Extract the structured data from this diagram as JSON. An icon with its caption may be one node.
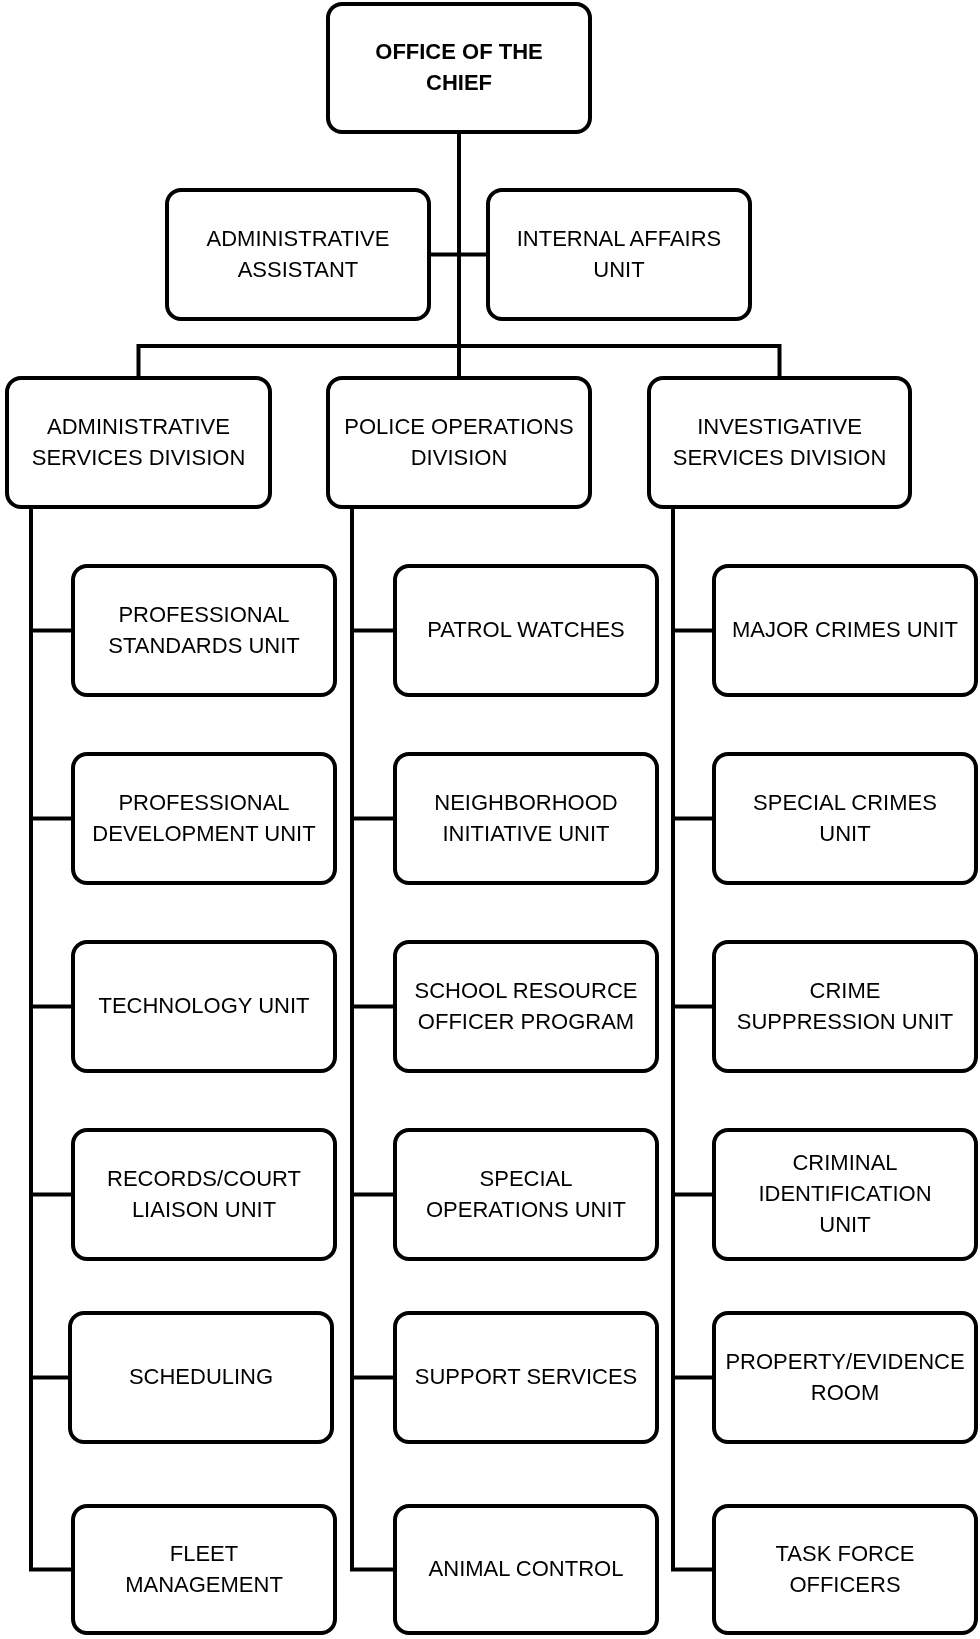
{
  "diagram": {
    "nodes": [
      {
        "text": [
          "OFFICE OF THE CHIEF"
        ]
      },
      {
        "text": [
          "ADMINISTRATIVE ASSISTANT"
        ]
      },
      {
        "text": [
          "INTERNAL AFFAIRS UNIT"
        ]
      },
      {
        "text": [
          "ADMINISTRATIVE SERVICES DIVISION"
        ]
      },
      {
        "text": [
          "POLICE OPERATIONS DIVISION"
        ]
      },
      {
        "text": [
          "INVESTIGATIVE SERVICES DIVISION"
        ]
      },
      {
        "text": [
          "PROFESSIONAL STANDARDS UNIT"
        ]
      },
      {
        "text": [
          "PROFESSIONAL DEVELOPMENT UNIT"
        ]
      },
      {
        "text": [
          "TECHNOLOGY UNIT"
        ]
      },
      {
        "text": [
          "RECORDS/COURT LIAISON UNIT"
        ]
      },
      {
        "text": [
          "SCHEDULING"
        ]
      },
      {
        "text": [
          "FLEET MANAGEMENT"
        ]
      },
      {
        "text": [
          "PATROL WATCHES"
        ]
      },
      {
        "text": [
          "NEIGHBORHOOD INITIATIVE UNIT"
        ]
      },
      {
        "text": [
          "SCHOOL RESOURCE OFFICER PROGRAM"
        ]
      },
      {
        "text": [
          "SPECIAL OPERATIONS UNIT"
        ]
      },
      {
        "text": [
          "SUPPORT SERVICES"
        ]
      },
      {
        "text": [
          "ANIMAL CONTROL"
        ]
      },
      {
        "text": [
          "MAJOR CRIMES UNIT"
        ]
      },
      {
        "text": [
          "SPECIAL CRIMES UNIT"
        ]
      },
      {
        "text": [
          "CRIME SUPPRESSION UNIT"
        ]
      },
      {
        "text": [
          "CRIMINAL IDENTIFICATION UNIT"
        ]
      },
      {
        "text": [
          "PROPERTY/EVIDENCE ROOM"
        ]
      },
      {
        "text": [
          "TASK FORCE OFFICERS"
        ]
      }
    ],
    "edges": [
      {
        "from": 0,
        "to": 1,
        "arrow": "none"
      },
      {
        "from": 0,
        "to": 2,
        "arrow": "none"
      },
      {
        "from": 0,
        "to": 3,
        "arrow": "none"
      },
      {
        "from": 0,
        "to": 4,
        "arrow": "none"
      },
      {
        "from": 0,
        "to": 5,
        "arrow": "none"
      },
      {
        "from": 3,
        "to": 6,
        "arrow": "none"
      },
      {
        "from": 3,
        "to": 7,
        "arrow": "none"
      },
      {
        "from": 3,
        "to": 8,
        "arrow": "none"
      },
      {
        "from": 3,
        "to": 9,
        "arrow": "none"
      },
      {
        "from": 3,
        "to": 10,
        "arrow": "none"
      },
      {
        "from": 3,
        "to": 11,
        "arrow": "none"
      },
      {
        "from": 4,
        "to": 12,
        "arrow": "none"
      },
      {
        "from": 4,
        "to": 13,
        "arrow": "none"
      },
      {
        "from": 4,
        "to": 14,
        "arrow": "none"
      },
      {
        "from": 4,
        "to": 15,
        "arrow": "none"
      },
      {
        "from": 4,
        "to": 16,
        "arrow": "none"
      },
      {
        "from": 4,
        "to": 17,
        "arrow": "none"
      },
      {
        "from": 5,
        "to": 18,
        "arrow": "none"
      },
      {
        "from": 5,
        "to": 19,
        "arrow": "none"
      },
      {
        "from": 5,
        "to": 20,
        "arrow": "none"
      },
      {
        "from": 5,
        "to": 21,
        "arrow": "none"
      },
      {
        "from": 5,
        "to": 22,
        "arrow": "none"
      },
      {
        "from": 5,
        "to": 23,
        "arrow": "none"
      }
    ]
  }
}
